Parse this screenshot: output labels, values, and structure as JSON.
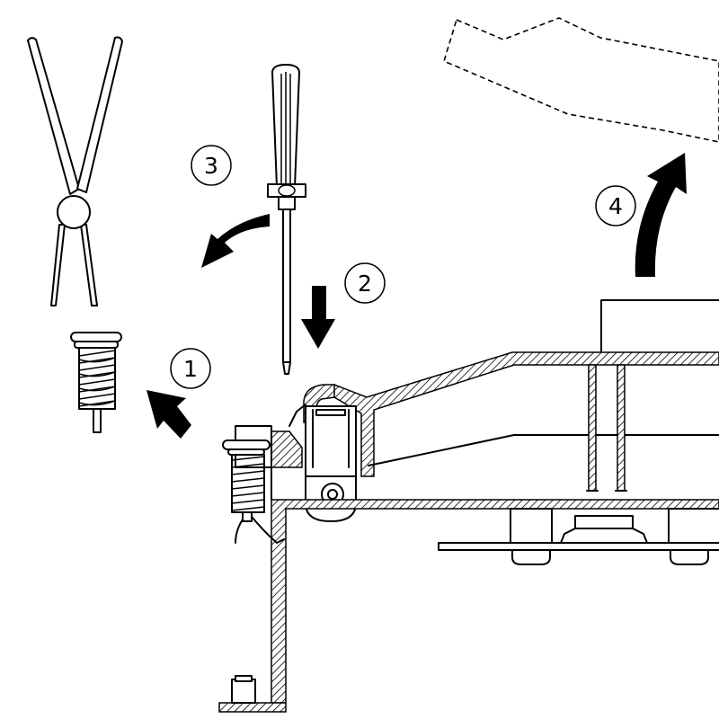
{
  "steps": {
    "s1": {
      "label": "1"
    },
    "s2": {
      "label": "2"
    },
    "s3": {
      "label": "3"
    },
    "s4": {
      "label": "4"
    }
  },
  "icons": {
    "pliers": "pliers-icon",
    "screwdriver": "screwdriver-icon",
    "spring": "spring-icon"
  },
  "colors": {
    "ink": "#000000",
    "paper": "#ffffff"
  }
}
